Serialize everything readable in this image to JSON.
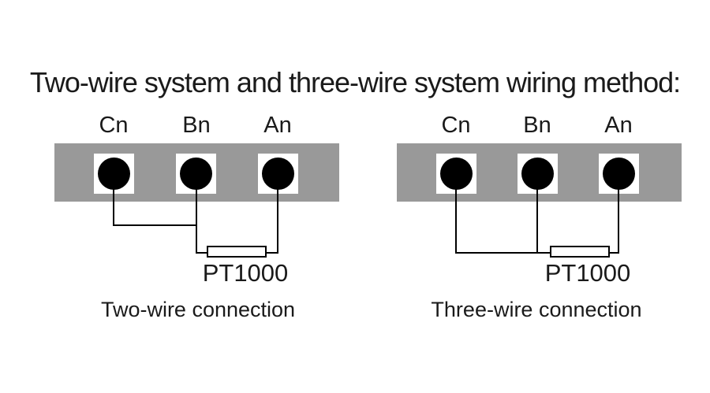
{
  "title": "Two-wire system and three-wire system wiring method:",
  "diagrams": [
    {
      "caption": "Two-wire connection",
      "terminals": [
        "Cn",
        "Bn",
        "An"
      ],
      "sensor_label": "PT1000"
    },
    {
      "caption": "Three-wire connection",
      "terminals": [
        "Cn",
        "Bn",
        "An"
      ],
      "sensor_label": "PT1000"
    }
  ],
  "colors": {
    "terminal_block": "#999999",
    "terminal_pad": "#ffffff",
    "terminal_dot": "#000000",
    "wire": "#000000",
    "text": "#1a1a1a",
    "background": "#ffffff"
  }
}
